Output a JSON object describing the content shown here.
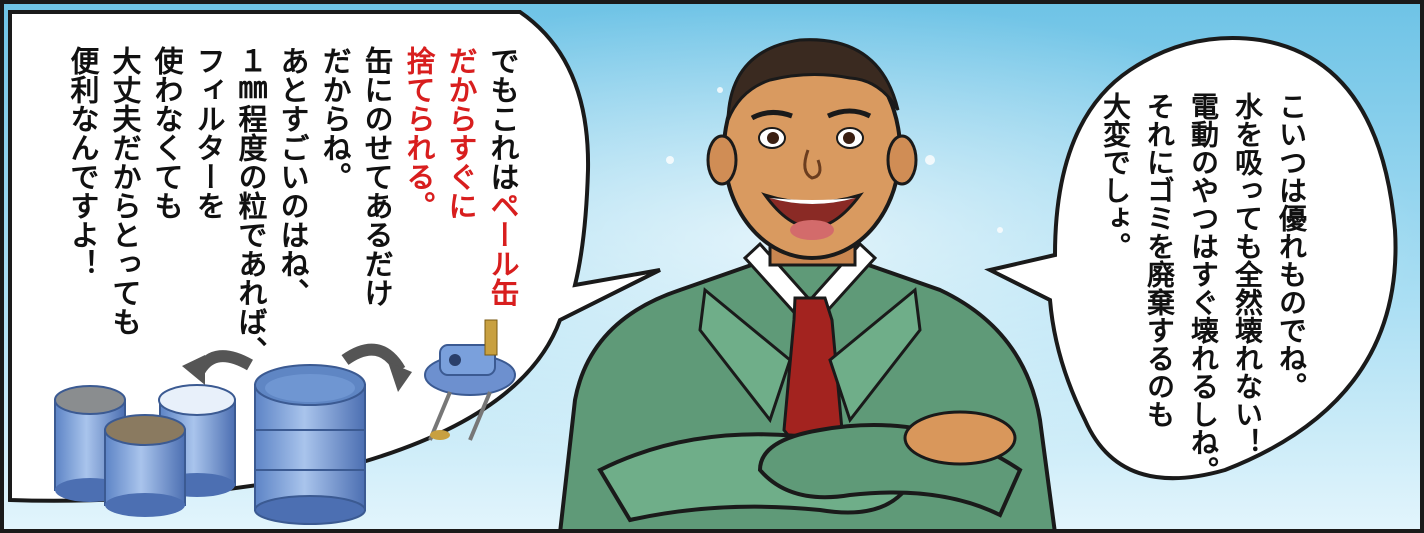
{
  "left_bubble": {
    "lines": [
      {
        "text": "でもこれはペール缶",
        "red_from": 5
      },
      {
        "text": "だからすぐに",
        "red_from": 0
      },
      {
        "text": "捨てられる。",
        "red_from": 0
      },
      {
        "text": "缶にのせてあるだけ",
        "red_from": -1
      },
      {
        "text": "だからね。",
        "red_from": -1
      },
      {
        "text": "あとすごいのはね、",
        "red_from": -1
      },
      {
        "text": "１㎜程度の粒であれば、",
        "red_from": -1
      },
      {
        "text": "フィルターを",
        "red_from": -1
      },
      {
        "text": "使わなくても",
        "red_from": -1
      },
      {
        "text": "大丈夫だからとっても",
        "red_from": -1
      },
      {
        "text": "便利なんですよ！",
        "red_from": -1
      }
    ]
  },
  "right_bubble": {
    "lines": [
      "こいつは優れものでね。",
      "水を吸っても全然壊れない！",
      "電動のやつはすぐ壊れるしね。",
      "それにゴミを廃棄するのも",
      "大変でしょ。"
    ]
  },
  "colors": {
    "background_top": "#7fcbe8",
    "background_bottom": "#d9f1fb",
    "highlight_red": "#d81e1e",
    "jacket": "#5f9a78",
    "tie": "#a3231f"
  }
}
